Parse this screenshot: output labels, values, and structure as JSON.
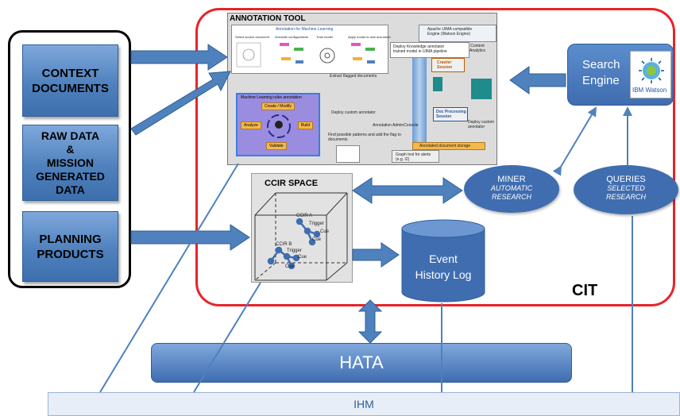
{
  "left_boxes": {
    "context": "CONTEXT\nDOCUMENTS",
    "raw_data": "RAW DATA\n&\nMISSION\nGENERATED\nDATA",
    "planning": "PLANNING\nPRODUCTS"
  },
  "annotation_tool": {
    "title": "ANNOTATION TOOL",
    "header": "Annotation for Machine Learning",
    "steps": [
      "Select source document",
      "Annotate configurations",
      "Train model",
      "Apply model to new document"
    ],
    "uima_label": "Apache UIMA compatible\nEngine (Watson Engine)",
    "deploy_knowledge": "Deploy Knowledge annotator\ntrained model in UIMA pipeline",
    "content_analytics": "Content\nAnalytics",
    "extract_flagged": "Extract flagged documents",
    "crawler_session": "Crawler\nSession",
    "ml_rule_header": "Machine Learning rules annotation",
    "create_modify": "Create / Modify",
    "analyze": "Analyze",
    "build": "Build",
    "validate": "Validate",
    "deploy_custom": "Deploy custom annotator",
    "annotation_admin": "Annotation AdminConsole",
    "find_patterns": "Find possible patterns and add the flag to\ndocuments",
    "doc_processing": "Doc Processing\nSession",
    "deploy_custom_2": "Deploy custom\nannotator",
    "annotated_storage": "Annotated document storage",
    "graph_tool": "Graph tool for alerts\n(e.g. I2)"
  },
  "search_engine": {
    "label": "Search\nEngine",
    "watson": "IBM Watson"
  },
  "ccir": {
    "title": "CCIR SPACE",
    "labels": [
      "CCIR A",
      "Trigger",
      "Cue",
      "Cue",
      "CCIR B",
      "Trigger",
      "Cue",
      "Cue"
    ]
  },
  "miner": {
    "title": "MINER",
    "subtitle": "AUTOMATIC\nRESEARCH"
  },
  "queries": {
    "title": "QUERIES",
    "subtitle": "SELECTED\nRESEARCH"
  },
  "event_log": "Event\nHistory Log",
  "cit": "CIT",
  "hata": "HATA",
  "ihm": "IHM",
  "colors": {
    "blue_box": "#4f81bd",
    "red_border": "#e8232a",
    "ellipse": "#3f6db0",
    "ihm_bg": "#e8eef8"
  }
}
